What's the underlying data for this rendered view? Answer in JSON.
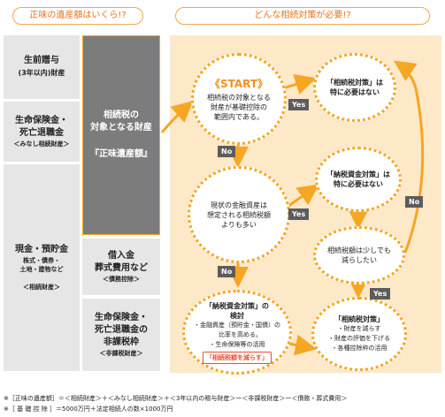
{
  "headers": {
    "left": "正味の遺産額はいくら!?",
    "right": "どんな相続対策が必要!?"
  },
  "left": {
    "gift": {
      "title": "生前贈与",
      "sub": "(3年以内)財産"
    },
    "insurance_deemed": {
      "title_1": "生命保険金・",
      "title_2": "死亡退職金",
      "sub": "＜みなし相続財産＞"
    },
    "cash": {
      "title": "現金・預貯金",
      "sub_1": "株式・債券・",
      "sub_2": "土地・建物など",
      "sub_3": "＜相続財産＞"
    }
  },
  "middle": {
    "target": {
      "line1": "相続税の",
      "line2": "対象となる財産",
      "line3": "『正味遺産額』"
    },
    "debt": {
      "line1": "借入金",
      "line2": "葬式費用など",
      "sub": "＜債務控除＞"
    },
    "exempt": {
      "line1": "生命保険金・",
      "line2": "死亡退職金の",
      "line3": "非課税枠",
      "sub": "＜非課税財産＞"
    }
  },
  "flow": {
    "start": {
      "label": "《START》",
      "l1": "相続税の対象となる",
      "l2": "財産が基礎控除の",
      "l3": "範囲内である。"
    },
    "no_need": {
      "l1": "「相続税対策」は",
      "l2": "特に必要はない"
    },
    "current": {
      "l1": "現状の金融資産は",
      "l2": "想定される相続税額",
      "l3": "よりも多い"
    },
    "fund_no_need": {
      "l1": "「納税資金対策」は",
      "l2": "特に必要はない"
    },
    "reduce_q": {
      "l1": "相続税額は少しでも",
      "l2": "減らしたい"
    },
    "fund_review": {
      "l1": "「納税資金対策」の",
      "l2": "検討",
      "i1": "・金融資産（預貯金・国債）の",
      "i2": "　比率を高める。",
      "i3": "・生命保険等の活用",
      "tag": "「相続税額を減らす」"
    },
    "tax_plan": {
      "l1": "「相続税対策」",
      "i1": "・財産を減らす",
      "i2": "・財産の評価を下げる",
      "i3": "・各種控除枠の活用"
    }
  },
  "labels": {
    "yes": "Yes",
    "no": "No"
  },
  "footnotes": {
    "f1": "※［正味の遺産額］＝＜相続財産＞＋＜みなし相続財産＞＋＜3年以内の贈与財産＞ー＜非課税財産＞ー＜債務・葬式費用＞",
    "f2": "※［ 基 礎 控 除 ］＝5000万円＋法定相続人の数×1000万円"
  },
  "colors": {
    "accent": "#f5a623",
    "panel": "#fde8c8",
    "mid": "#7c7c7c",
    "left": "#e6e6e6"
  }
}
